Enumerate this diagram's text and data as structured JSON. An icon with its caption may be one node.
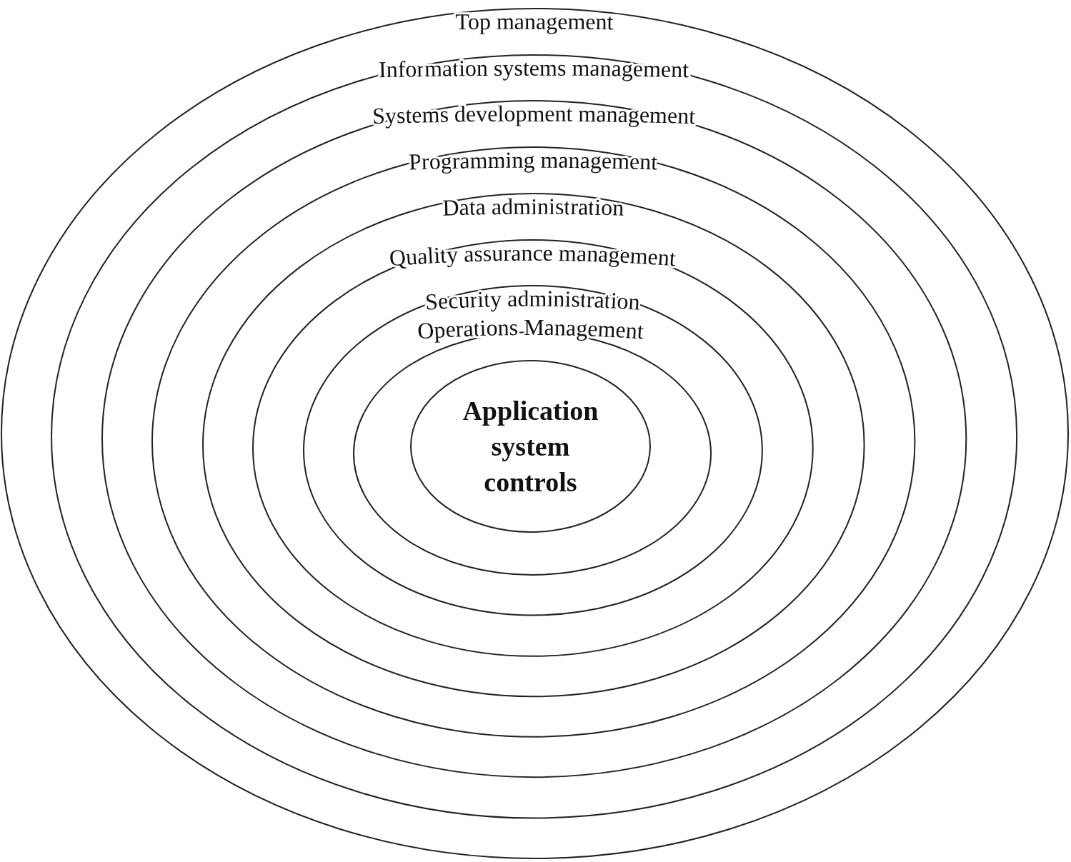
{
  "diagram": {
    "nodes": [
      {
        "text": [
          "Top management"
        ]
      },
      {
        "text": [
          "Information systems management"
        ],
        "in": 0
      },
      {
        "text": [
          "Systems development management"
        ],
        "in": 1
      },
      {
        "text": [
          "Programming management"
        ],
        "in": 2
      },
      {
        "text": [
          "Data administration"
        ],
        "in": 3
      },
      {
        "text": [
          "Quality assurance management"
        ],
        "in": 4
      },
      {
        "text": [
          "Security administration"
        ],
        "in": 5
      },
      {
        "text": [
          "Operations Management"
        ],
        "in": 6
      },
      {
        "text": [
          "Application system controls"
        ],
        "in": 7
      }
    ]
  }
}
